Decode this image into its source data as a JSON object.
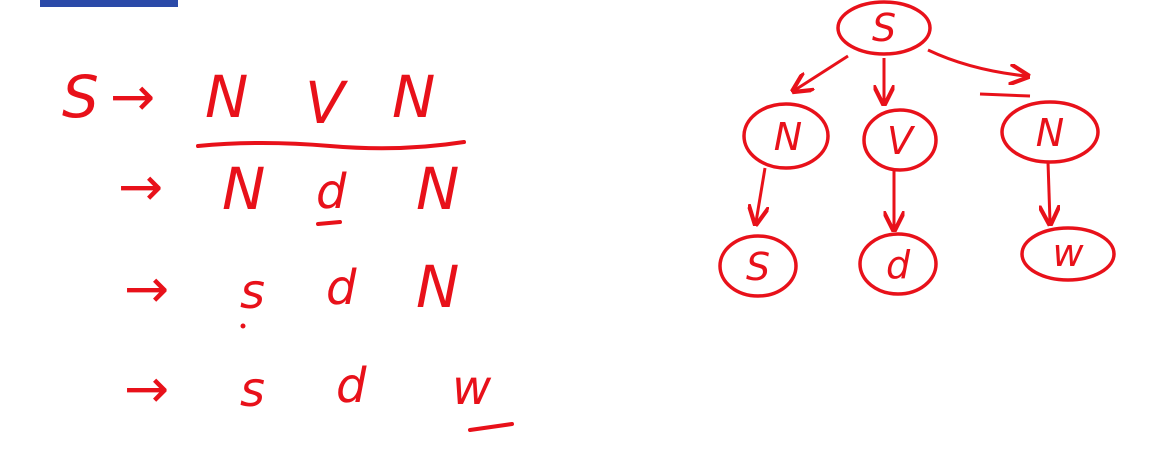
{
  "derivation": {
    "start": "S",
    "arrow": "→",
    "rows": [
      [
        "N",
        "V",
        "N"
      ],
      [
        "N",
        "d",
        "N"
      ],
      [
        "s",
        "d",
        "N"
      ],
      [
        "s",
        "d",
        "w"
      ]
    ]
  },
  "tree": {
    "root": "S",
    "level1": [
      "N",
      "V",
      "N"
    ],
    "level2": [
      "S",
      "d",
      "w"
    ]
  },
  "colors": {
    "ink": "#e8111a",
    "top_bar": "#2b4aa8",
    "background": "#ffffff"
  }
}
